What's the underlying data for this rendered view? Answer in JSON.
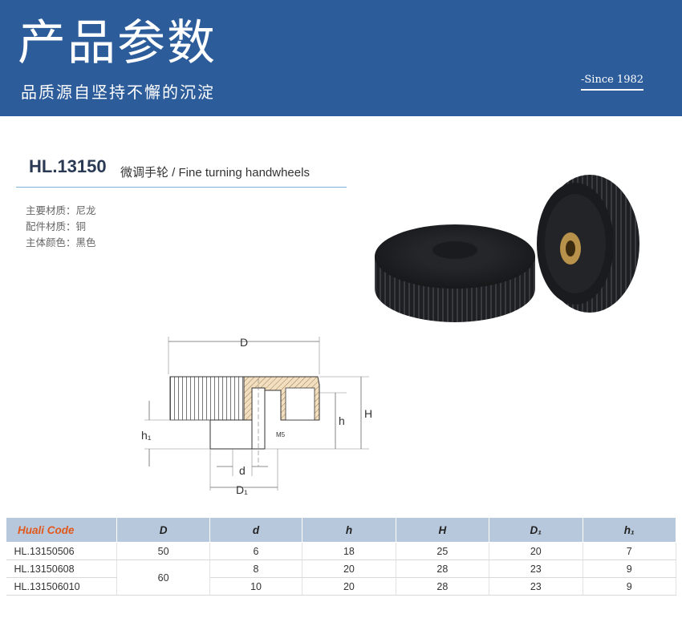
{
  "banner": {
    "title": "产品参数",
    "subtitle": "品质源自坚持不懈的沉淀",
    "since": "-Since 1982"
  },
  "product": {
    "code": "HL.13150",
    "name": "微调手轮 / Fine turning handwheels",
    "specs": [
      "主要材质：尼龙",
      "配件材质：铜",
      "主体颜色：黑色"
    ]
  },
  "drawing_labels": {
    "D": "D",
    "h": "h",
    "H": "H",
    "h1": "h₁",
    "d": "d",
    "D1": "D₁",
    "M5": "M5"
  },
  "table": {
    "headers": [
      "Huali Code",
      "D",
      "d",
      "h",
      "H",
      "D₁",
      "h₁"
    ],
    "rows": [
      [
        "HL.13150506",
        "50",
        "6",
        "18",
        "25",
        "20",
        "7"
      ],
      [
        "HL.13150608",
        "60",
        "8",
        "20",
        "28",
        "23",
        "9"
      ],
      [
        "HL.131506010",
        "",
        "10",
        "20",
        "28",
        "23",
        "9"
      ]
    ]
  },
  "colors": {
    "banner": "#2d5c9b",
    "header_row": "#b8c8dc",
    "code_header": "#e1581b"
  }
}
